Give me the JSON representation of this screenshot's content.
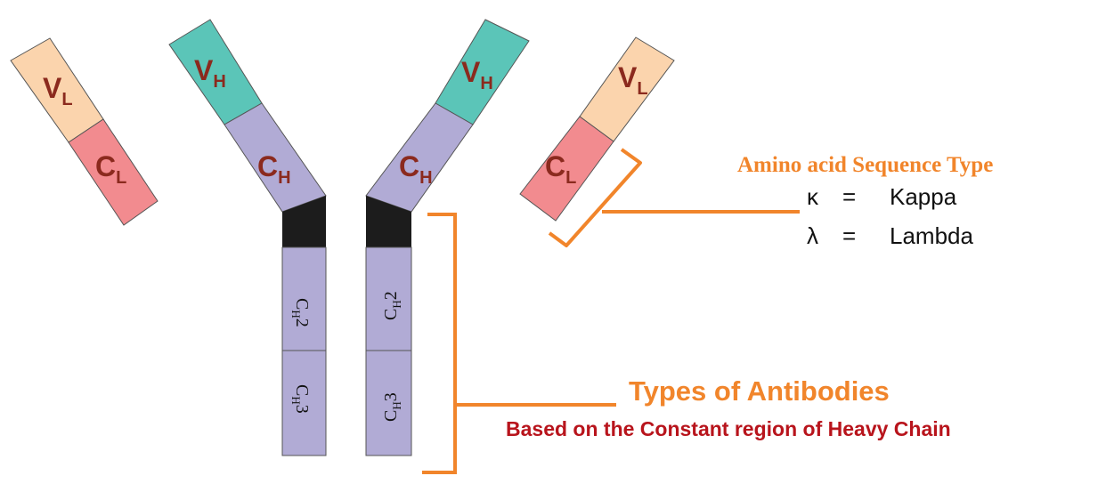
{
  "colors": {
    "vl": "#fbd4ad",
    "cl": "#f28b8f",
    "vh": "#5bc5b8",
    "ch": "#b1abd5",
    "hinge": "#1c1c1c",
    "bracket": "#f1852b",
    "label": "#8b2a1e",
    "light_chain_title": "#f1852b",
    "types_title": "#f1852b",
    "types_subtitle": "#b8141c"
  },
  "segments": {
    "vl_main": "V",
    "vl_sub": "L",
    "cl_main": "C",
    "cl_sub": "L",
    "vh_main": "V",
    "vh_sub": "H",
    "ch_main": "C",
    "ch_sub": "H",
    "ch2_main": "C",
    "ch2_sub": "H",
    "ch2_num": "2",
    "ch3_main": "C",
    "ch3_sub": "H",
    "ch3_num": "3"
  },
  "light_chain": {
    "title": "Amino acid Sequence Type",
    "row1_symbol": "κ",
    "row1_eq": "=",
    "row1_name": "Kappa",
    "row2_symbol": "λ",
    "row2_eq": "=",
    "row2_name": "Lambda"
  },
  "heavy_chain": {
    "title": "Types of Antibodies",
    "subtitle": "Based on the Constant region of Heavy Chain"
  }
}
